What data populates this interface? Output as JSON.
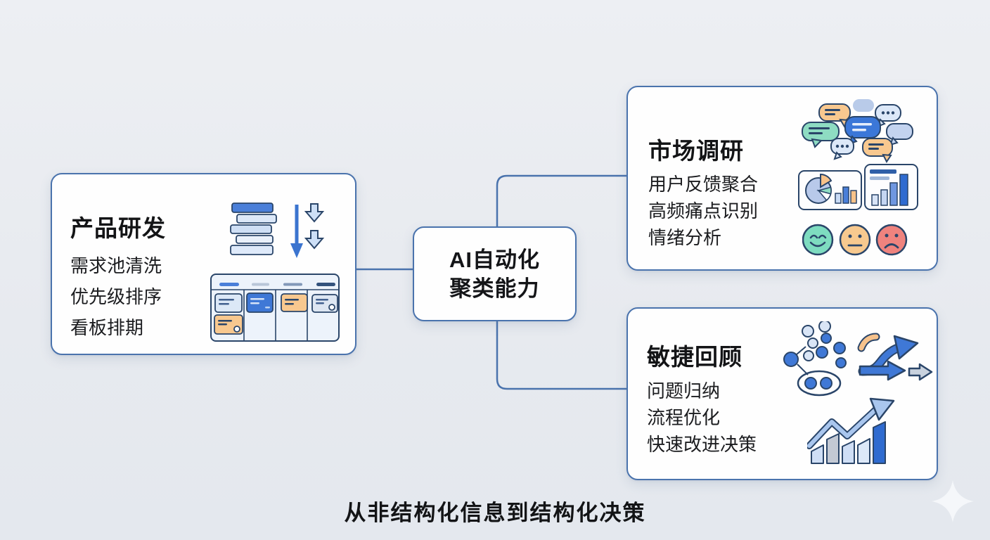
{
  "caption": "从非结构化信息到结构化决策",
  "center_node": {
    "line1": "AI自动化",
    "line2": "聚类能力"
  },
  "nodes": {
    "product": {
      "title": "产品研发",
      "items": [
        "需求池清洗",
        "优先级排序",
        "看板排期"
      ]
    },
    "market": {
      "title": "市场调研",
      "items": [
        "用户反馈聚合",
        "高频痛点识别",
        "情绪分析"
      ]
    },
    "retro": {
      "title": "敏捷回顾",
      "items": [
        "问题归纳",
        "流程优化",
        "快速改进决策"
      ]
    }
  },
  "icons": [
    "backlog-stack-icon",
    "priority-sort-arrows-icon",
    "kanban-board-icon",
    "speech-bubbles-icon",
    "pie-bar-chart-card-icon",
    "growth-bar-chart-card-icon",
    "sentiment-happy-icon",
    "sentiment-neutral-icon",
    "sentiment-sad-icon",
    "cluster-scatter-icon",
    "branch-arrows-icon",
    "growth-trend-icon",
    "sparkle-icon"
  ],
  "colors": {
    "background": "#e8ebf0",
    "card_border": "#4a73ad",
    "connector": "#4a73ad",
    "outline_navy": "#2a4569",
    "accent_blue": "#3f78d6",
    "light_blue": "#d9e6f8",
    "periwinkle": "#b8c9ea",
    "teal": "#85dcc0",
    "orange": "#f7c289",
    "red": "#ef837e",
    "gray": "#c3cad6",
    "text": "#131416"
  }
}
